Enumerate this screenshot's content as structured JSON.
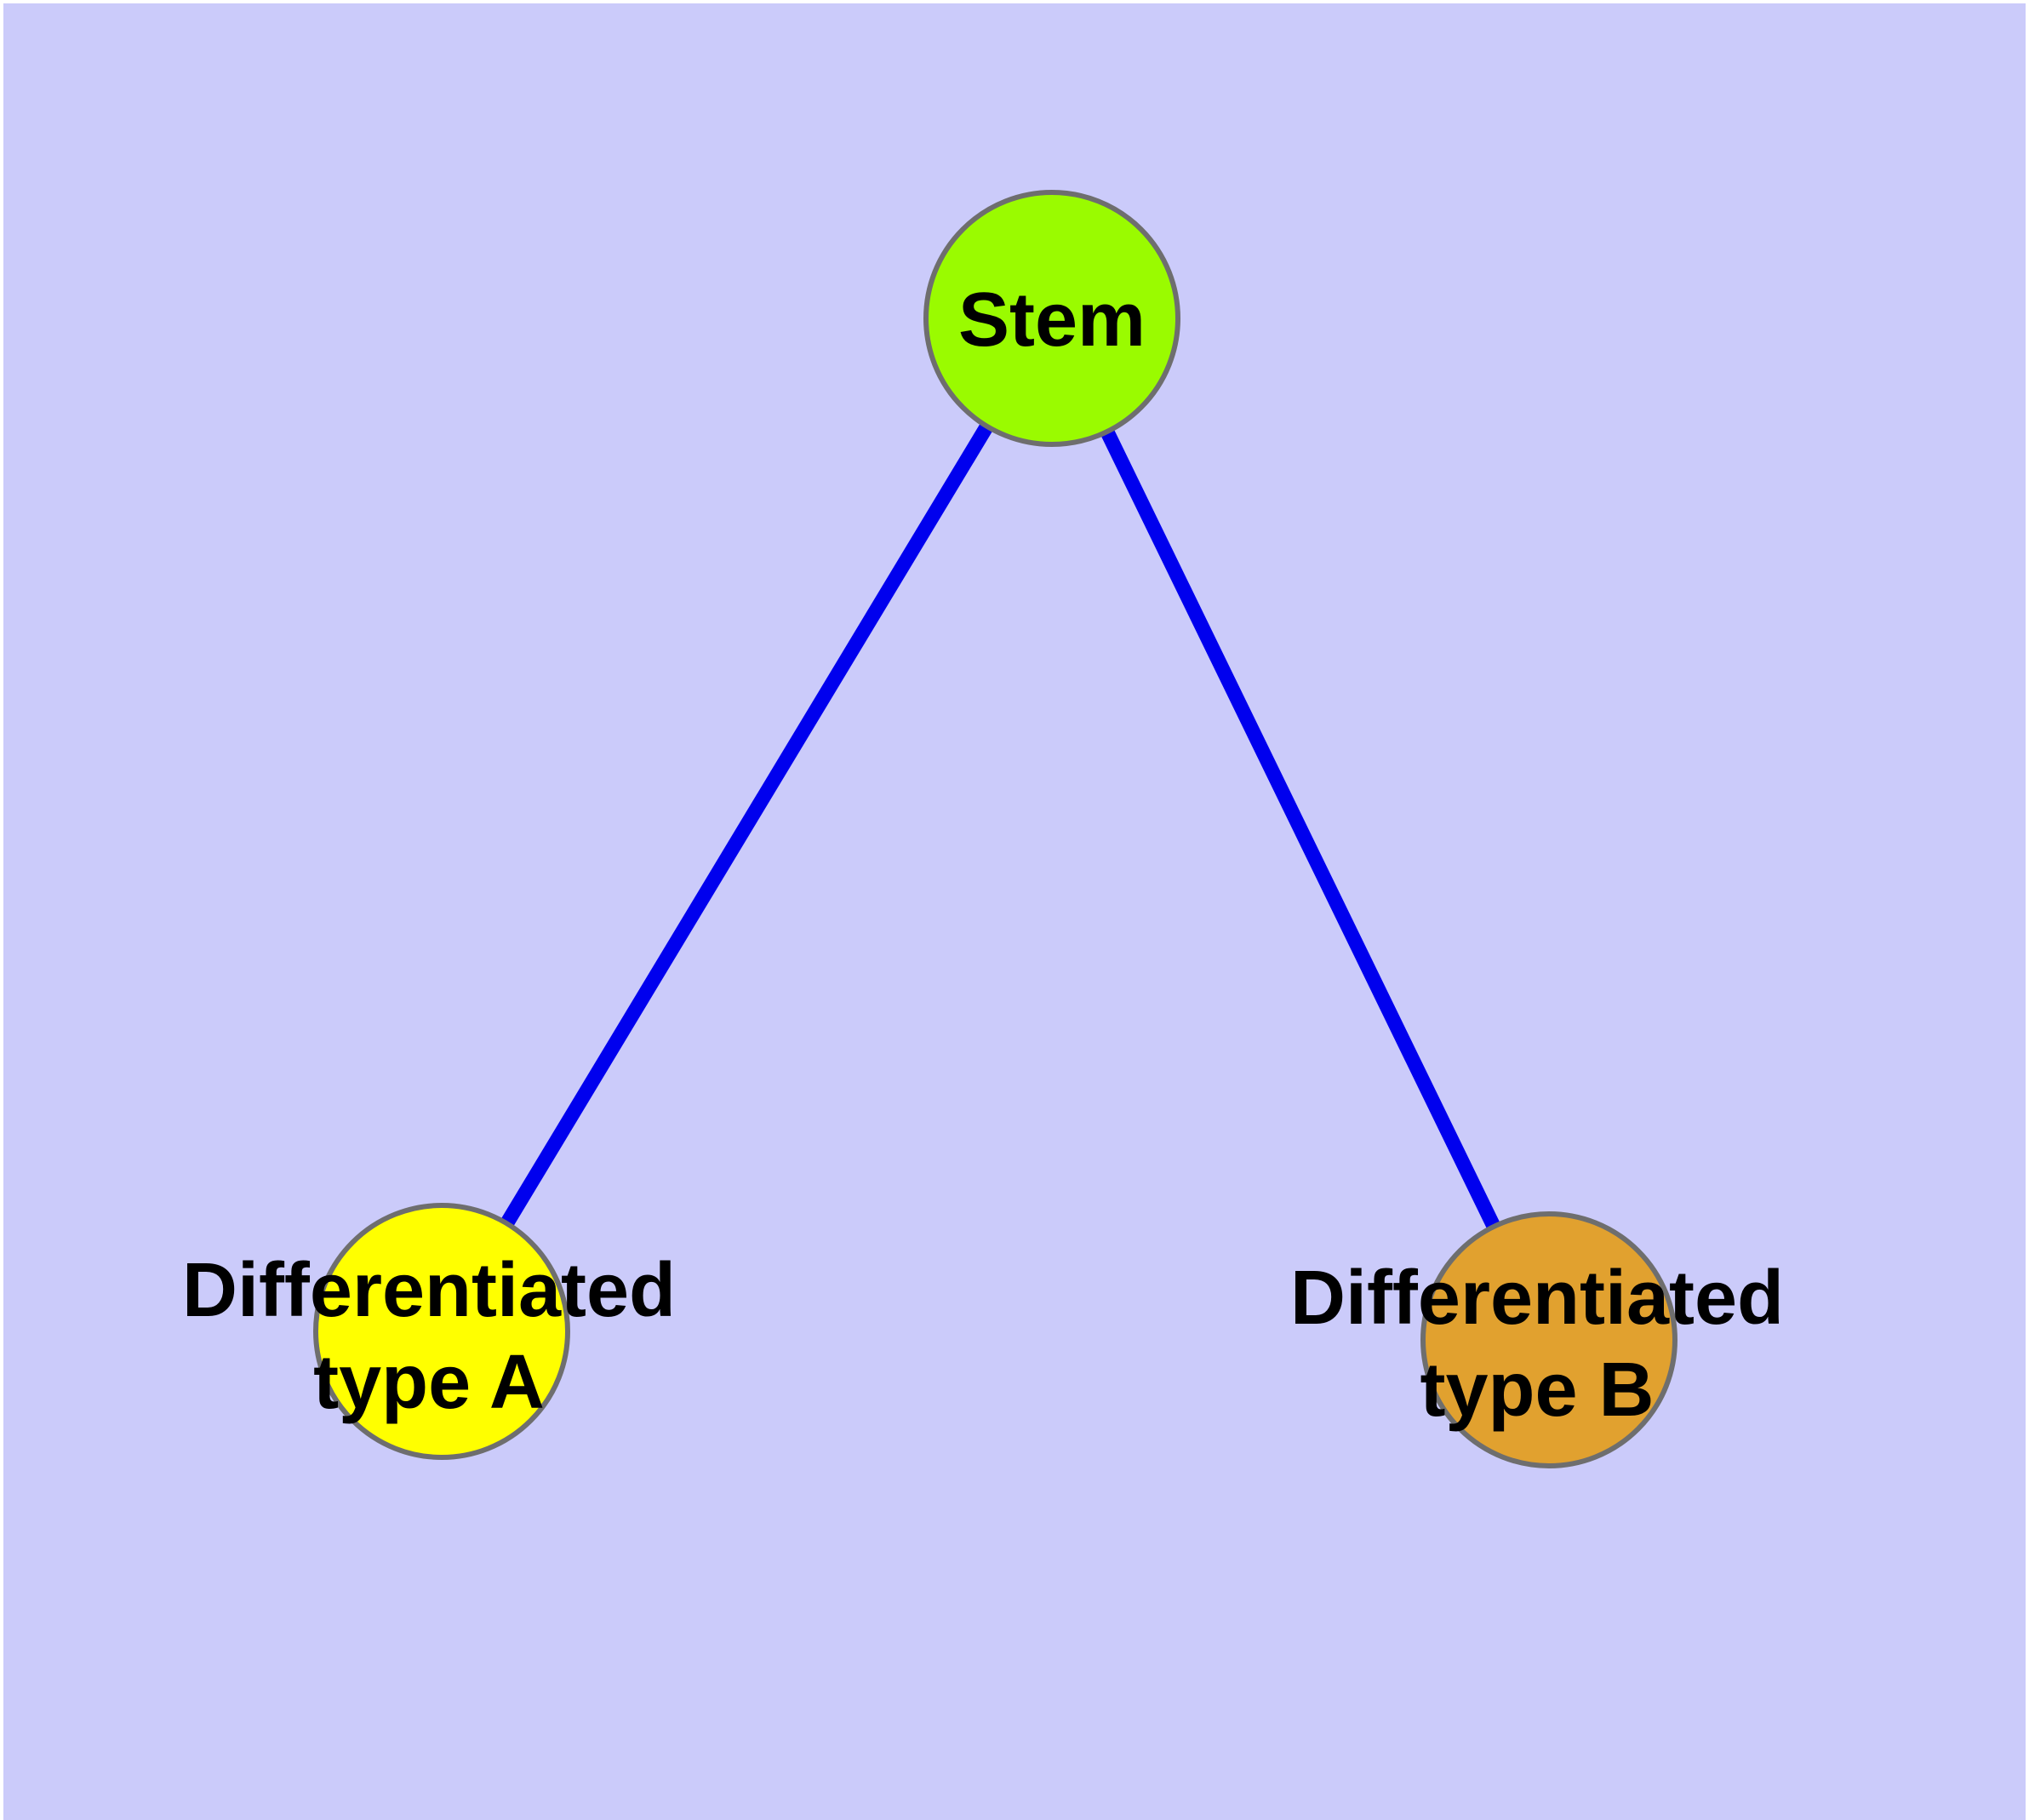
{
  "diagram": {
    "background_color": "#CBCBFA",
    "frame_color": "#FFFFFF",
    "edge_color": "#0000EE",
    "node_border_color": "#6E6E6E",
    "label_color": "#000000",
    "nodes": {
      "stem": {
        "label": "Stem",
        "fill": "#9AFB00"
      },
      "type_a": {
        "label_line1": "Differentiated",
        "label_line2": "type A",
        "fill": "#FFFF00"
      },
      "type_b": {
        "label_line1": "Differentiated",
        "label_line2": "type B",
        "fill": "#E1A12F"
      }
    },
    "edges": [
      {
        "from": "Stem",
        "to": "Differentiated type A"
      },
      {
        "from": "Stem",
        "to": "Differentiated type B"
      }
    ]
  }
}
